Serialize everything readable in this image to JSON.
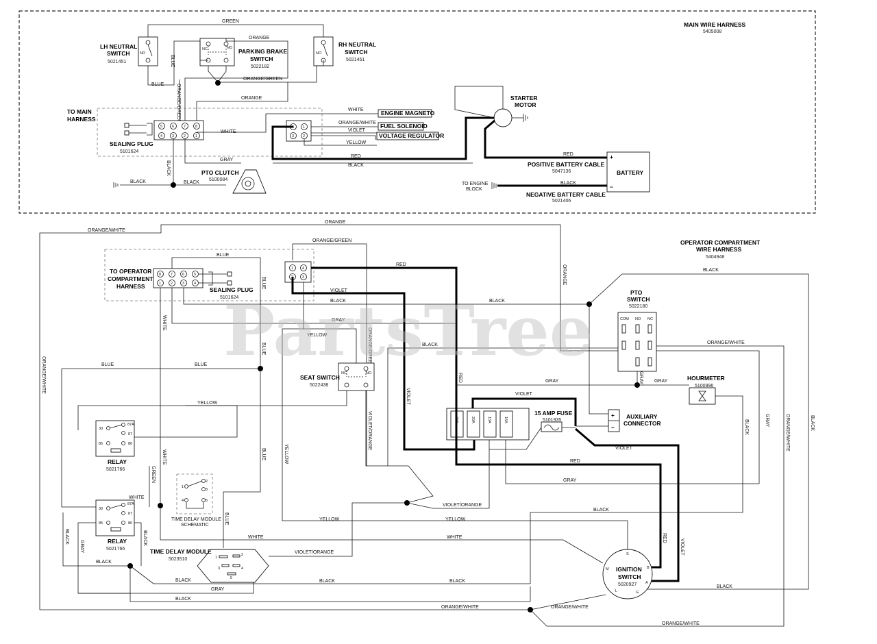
{
  "watermark": "PartsTree",
  "main_harness": {
    "title": "MAIN WIRE HARNESS",
    "part": "5405008",
    "lh_neutral": {
      "name": [
        "LH NEUTRAL",
        "SWITCH"
      ],
      "part": "5021451",
      "pin": "NO"
    },
    "rh_neutral": {
      "name": [
        "RH NEUTRAL",
        "SWITCH"
      ],
      "part": "5021451",
      "pin": "NO"
    },
    "parking_brake": {
      "name": [
        "PARKING BRAKE",
        "SWITCH"
      ],
      "part": "5022182",
      "nc": "NC",
      "no": "NO"
    },
    "to_main": [
      "TO MAIN",
      "HARNESS"
    ],
    "sealing_plug": {
      "name": "SEALING PLUG",
      "part": "5101624",
      "top_pins": [
        "5",
        "6",
        "7",
        "8"
      ],
      "bottom_pins": [
        "4",
        "3",
        "2",
        "1"
      ]
    },
    "pto_clutch": {
      "name": "PTO CLUTCH",
      "part": "5100084"
    },
    "starter": [
      "STARTER",
      "MOTOR"
    ],
    "engine_magneto": "ENGINE MAGNETO",
    "fuel_solenoid": "FUEL SOLENOID",
    "voltage_regulator": "VOLTAGE REGULATOR",
    "connector_pins": [
      "4",
      "1",
      "3",
      "2"
    ],
    "positive_cable": {
      "name": "POSITIVE BATTERY CABLE",
      "part": "5047136"
    },
    "negative_cable": {
      "name": "NEGATIVE BATTERY CABLE",
      "part": "5021406"
    },
    "battery": "BATTERY",
    "plus": "+",
    "minus": "−",
    "to_engine_block": [
      "TO ENGINE",
      "BLOCK"
    ]
  },
  "operator_harness": {
    "title": [
      "OPERATOR COMPARTMENT",
      "WIRE HARNESS"
    ],
    "part": "5404948",
    "to_operator": [
      "TO OPERATOR",
      "COMPARTMENT",
      "HARNESS"
    ],
    "sealing_plug": {
      "name": "SEALING PLUG",
      "part": "5101624",
      "top_pins": [
        "8",
        "7",
        "6",
        "5"
      ],
      "bottom_pins": [
        "1",
        "2",
        "3",
        "4"
      ]
    },
    "connector_pins": [
      "1",
      "4",
      "2",
      "3"
    ],
    "seat_switch": {
      "name": "SEAT SWITCH",
      "part": "5022438",
      "nc": "NC",
      "no": "NO"
    },
    "pto_switch": {
      "name": [
        "PTO",
        "SWITCH"
      ],
      "part": "5022180",
      "cols": [
        "COM",
        "NO",
        "NC"
      ]
    },
    "fuses": [
      "20A",
      "20A",
      "15A",
      "15A"
    ],
    "fuse_15": {
      "name": "15 AMP FUSE",
      "part": "5101935"
    },
    "hourmeter": {
      "name": "HOURMETER",
      "part": "5100996"
    },
    "aux": {
      "name": [
        "AUXILIARY",
        "CONNECTOR"
      ],
      "plus": "+",
      "minus": "−"
    },
    "relay1": {
      "name": "RELAY",
      "part": "5021766",
      "pins": [
        "30",
        "87A",
        "87",
        "85",
        "86"
      ]
    },
    "relay2": {
      "name": "RELAY",
      "part": "5021766",
      "pins": [
        "30",
        "87A",
        "87",
        "85",
        "86"
      ]
    },
    "tdm_schematic": [
      "TIME DELAY MODULE",
      "SCHEMATIC"
    ],
    "tdm_schematic_pins": [
      "1",
      "2",
      "3",
      "4",
      "5"
    ],
    "tdm": {
      "name": "TIME DELAY MODULE",
      "part": "5023510",
      "pins": [
        "1",
        "2",
        "3",
        "4",
        "5"
      ]
    },
    "ignition": {
      "name": [
        "IGNITION",
        "SWITCH"
      ],
      "part": "5020927",
      "terminals": [
        "S",
        "M",
        "B",
        "A",
        "L",
        "G"
      ]
    }
  },
  "wires": {
    "green": "GREEN",
    "orange": "ORANGE",
    "orange_green": "ORANGE/GREEN",
    "blue": "BLUE",
    "black": "BLACK",
    "white": "WHITE",
    "gray": "GRAY",
    "orange_white": "ORANGE/WHITE",
    "violet": "VIOLET",
    "yellow": "YELLOW",
    "red": "RED",
    "violet_orange": "VIOLET/ORANGE",
    "orange_white_alt": "ORANGE/WHITE"
  }
}
